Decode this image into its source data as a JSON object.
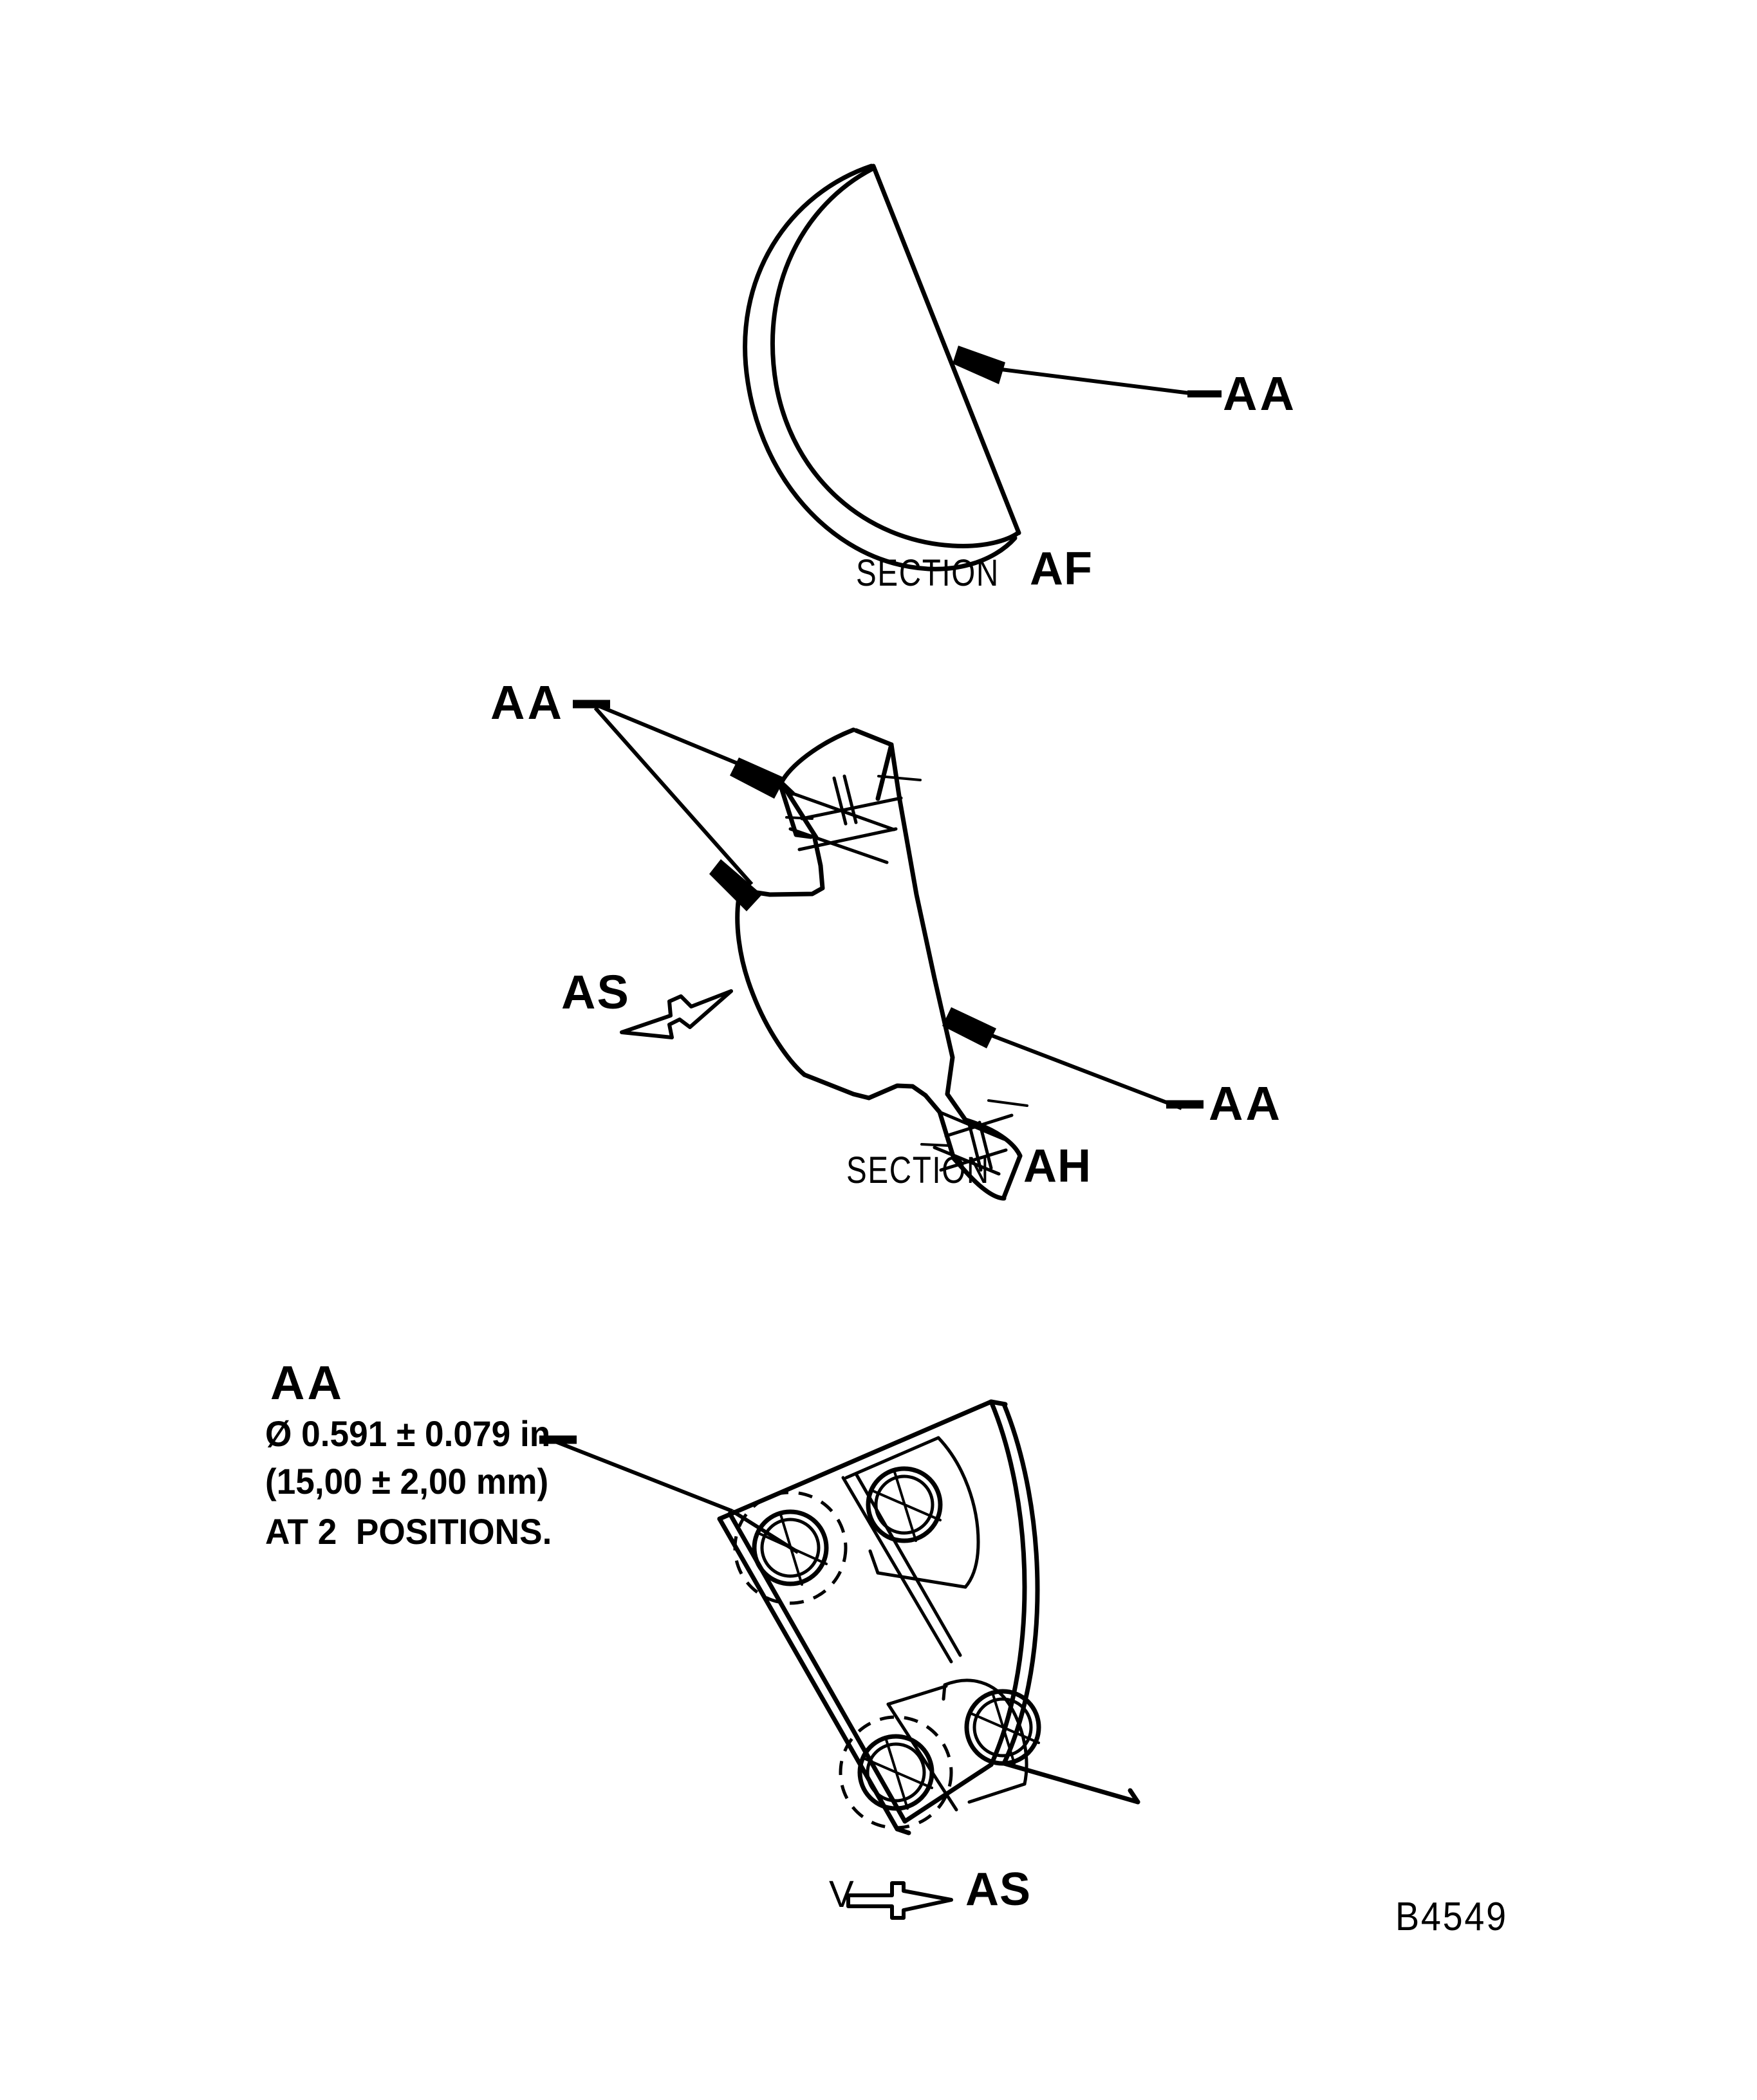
{
  "drawing": {
    "code": "B4549",
    "background_color": "#ffffff",
    "line_color": "#000000"
  },
  "views": [
    {
      "id": "section-af",
      "caption_prefix": "SECTION",
      "caption_id": "AF",
      "labels": [
        {
          "id": "aa-right",
          "text": "AA"
        }
      ]
    },
    {
      "id": "section-ah",
      "caption_prefix": "SECTION",
      "caption_id": "AH",
      "labels": [
        {
          "id": "aa-left",
          "text": "AA"
        },
        {
          "id": "aa-right",
          "text": "AA"
        },
        {
          "id": "as-view",
          "text": "AS"
        }
      ]
    },
    {
      "id": "view-as",
      "caption_prefix": "V",
      "caption_id": "AS",
      "labels": [
        {
          "id": "aa-head",
          "text": "AA"
        }
      ],
      "dimension": {
        "heading": "AA",
        "line1": "Ø 0.591 ± 0.079 in",
        "line2": "(15,00 ± 2,00 mm)",
        "line3": "AT 2  POSITIONS."
      }
    }
  ]
}
